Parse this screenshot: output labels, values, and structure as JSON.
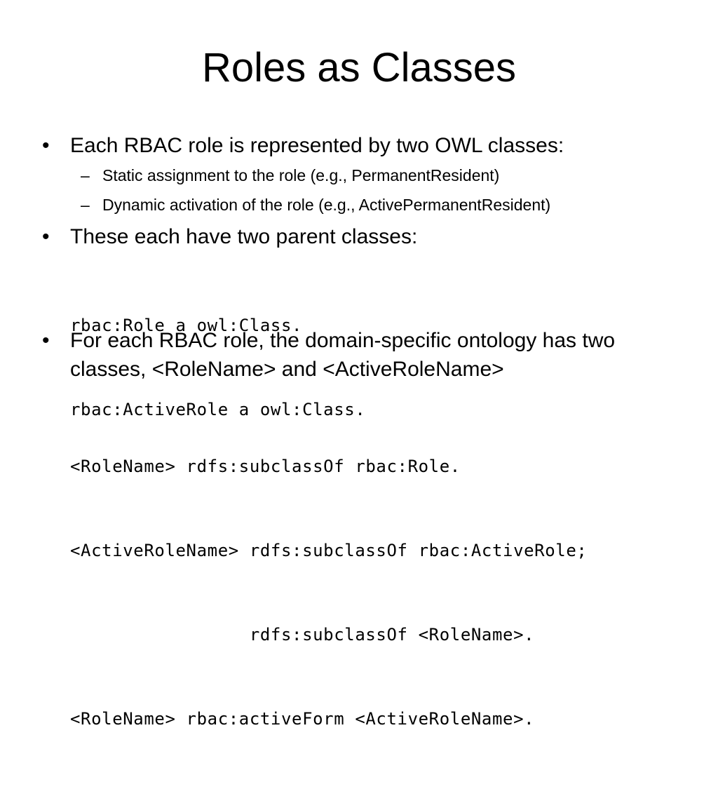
{
  "slide": {
    "title": "Roles as Classes",
    "bullets": [
      {
        "marker": "•",
        "text": "Each RBAC role is represented by two OWL classes:"
      },
      {
        "marker": "•",
        "text": "These each have two parent classes:"
      },
      {
        "marker": "•",
        "text_line1": "For each RBAC role, the domain-specific ontology has two",
        "text_line2": "classes, <RoleName> and <ActiveRoleName>"
      }
    ],
    "sub_bullets": [
      {
        "marker": "–",
        "text": "Static assignment to the role (e.g., PermanentResident)"
      },
      {
        "marker": "–",
        "text": "Dynamic activation of the role (e.g., ActivePermanentResident)"
      }
    ],
    "code_block_1": [
      "rbac:Role a owl:Class.",
      "rbac:ActiveRole a owl:Class."
    ],
    "code_block_2": [
      "<RoleName> rdfs:subclassOf rbac:Role.",
      "<ActiveRoleName> rdfs:subclassOf rbac:ActiveRole;",
      "                 rdfs:subclassOf <RoleName>.",
      "<RoleName> rbac:activeForm <ActiveRoleName>."
    ]
  }
}
